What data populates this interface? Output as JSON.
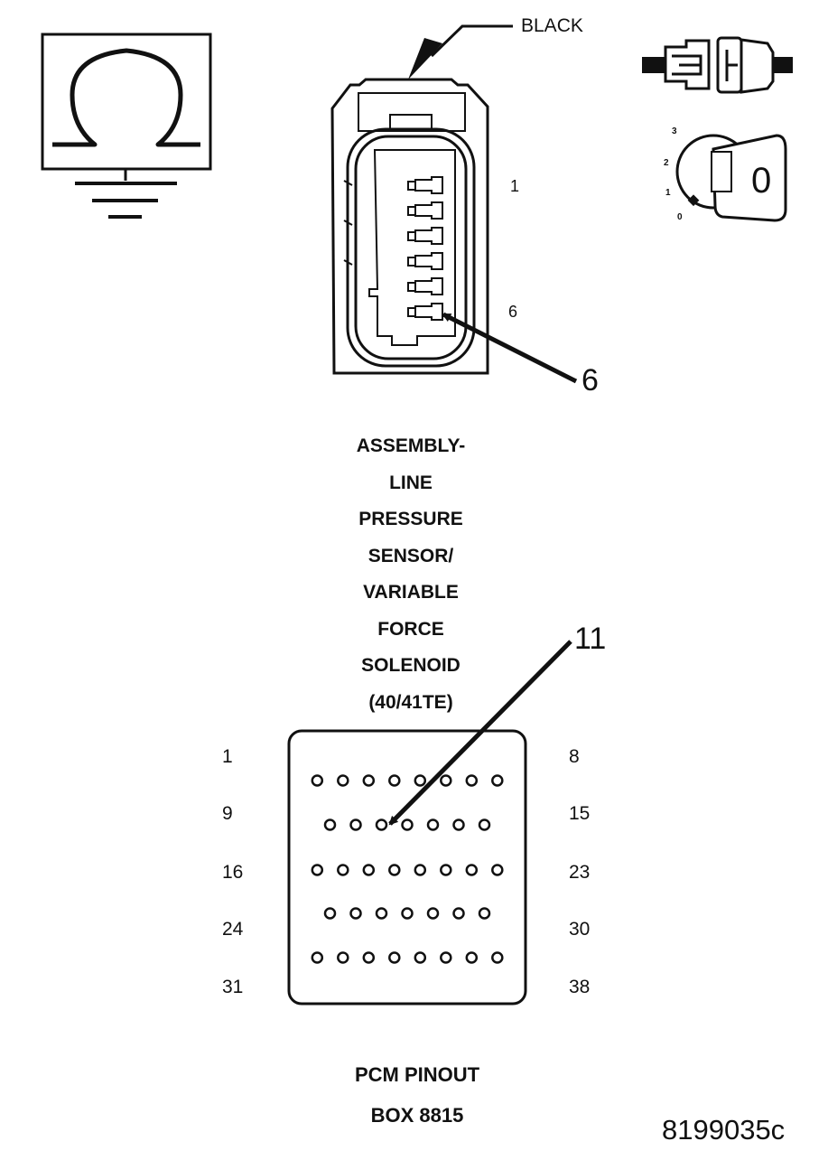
{
  "ohmmeter": {
    "icon": "ohmmeter-icon",
    "symbol": "Ω"
  },
  "ignition": {
    "connector_icon": "unplugged-connector-icon",
    "key_icon": "ignition-key-icon",
    "positions": [
      "3",
      "2",
      "1",
      "0"
    ],
    "key_label": "0"
  },
  "connector": {
    "color_label": "BLACK",
    "pin_first": "1",
    "pin_last": "6",
    "callout": "6"
  },
  "component": {
    "lines": [
      "ASSEMBLY-",
      "LINE",
      "PRESSURE",
      "SENSOR/",
      "VARIABLE",
      "FORCE",
      "SOLENOID",
      "(40/41TE)"
    ]
  },
  "pcm": {
    "callout": "11",
    "row_labels_left": [
      "1",
      "9",
      "16",
      "24",
      "31"
    ],
    "row_labels_right": [
      "8",
      "15",
      "23",
      "30",
      "38"
    ],
    "row_pin_counts": [
      8,
      7,
      8,
      7,
      8
    ],
    "caption_lines": [
      "PCM PINOUT",
      "BOX 8815"
    ]
  },
  "figure_id": "8199035c"
}
